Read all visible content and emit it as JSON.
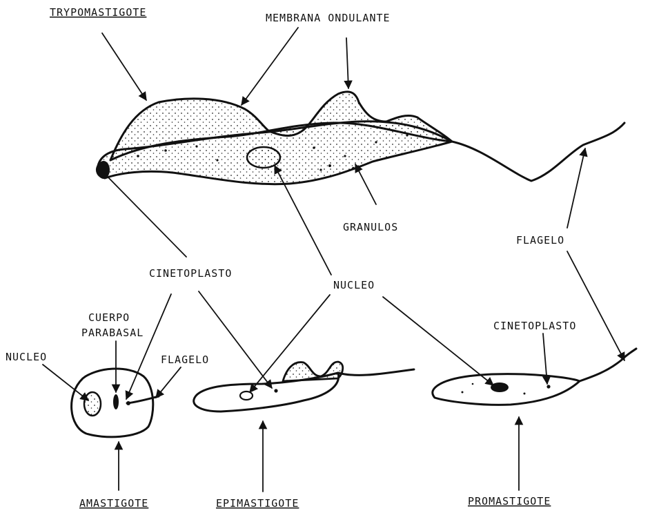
{
  "labels": {
    "trypomastigote": "TRYPOMASTIGOTE",
    "membrana_ondulante": "MEMBRANA ONDULANTE",
    "granulos": "GRANULOS",
    "flagelo_top": "FLAGELO",
    "cinetoplasto_mid": "CINETOPLASTO",
    "nucleo_mid": "NUCLEO",
    "cuerpo": "CUERPO",
    "parabasal": "PARABASAL",
    "nucleo_left": "NUCLEO",
    "flagelo_left": "FLAGELO",
    "cinetoplasto_right": "CINETOPLASTO",
    "amastigote": "AMASTIGOTE",
    "epimastigote": "EPIMASTIGOTE",
    "promastigote": "PROMASTIGOTE"
  }
}
